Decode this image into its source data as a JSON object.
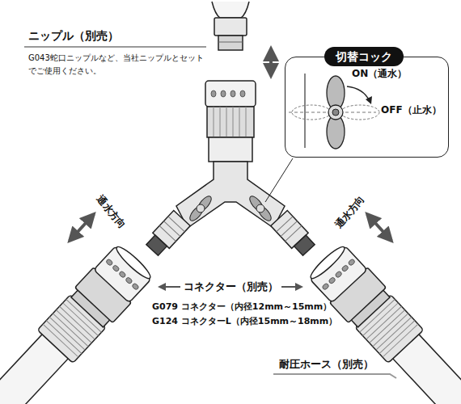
{
  "diagram": {
    "nodes": [
      {
        "text": [
          "ON（通水）",
          "OFF（止水）"
        ]
      },
      {
        "text": [
          "切替コック"
        ],
        "in": 0
      }
    ],
    "labels": [
      "ニップル（別売）",
      "G043蛇口ニップルなど、当社ニップルとセットでご使用ください。",
      "通水方向",
      "通水方向",
      "コネクター（別売）",
      "G079 コネクター（内径12mm～15mm）",
      "G124 コネクターL（内径15mm～18mm）",
      "耐圧ホース（別売）"
    ]
  }
}
